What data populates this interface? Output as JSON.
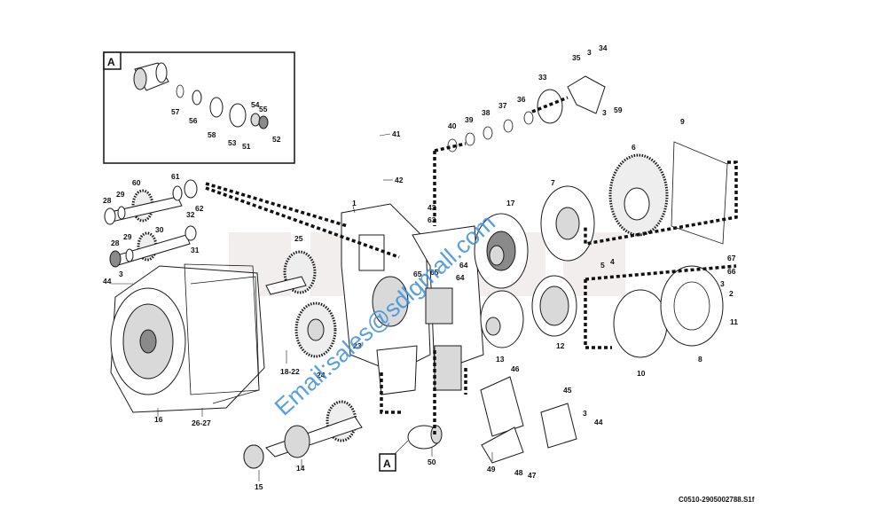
{
  "detail_box": {
    "letter": "A"
  },
  "figure_code": "C0510-2905002788.S1f",
  "watermark": "Email:sales@sdlgmall.com",
  "part_labels": {
    "p1": "1",
    "p2": "2",
    "p3a": "3",
    "p3b": "3",
    "p3c": "3",
    "p3d": "3",
    "p3e": "3",
    "p3f": "3",
    "p4": "4",
    "p5": "5",
    "p6": "6",
    "p7": "7",
    "p8": "8",
    "p9": "9",
    "p10": "10",
    "p11": "11",
    "p12": "12",
    "p13": "13",
    "p14": "14",
    "p15": "15",
    "p16": "16",
    "p17": "17",
    "p18_22": "18-22",
    "p23": "23",
    "p24": "24",
    "p25": "25",
    "p26_27": "26-27",
    "p28a": "28",
    "p28b": "28",
    "p29a": "29",
    "p29b": "29",
    "p30": "30",
    "p31": "31",
    "p32": "32",
    "p33": "33",
    "p34": "34",
    "p35": "35",
    "p36": "36",
    "p37": "37",
    "p38": "38",
    "p39": "39",
    "p40": "40",
    "p41": "41",
    "p42": "42",
    "p43": "43",
    "p44a": "44",
    "p44b": "44",
    "p45": "45",
    "p46": "46",
    "p47": "47",
    "p48": "48",
    "p49": "49",
    "p50": "50",
    "p51": "51",
    "p52": "52",
    "p53": "53",
    "p54": "54",
    "p55": "55",
    "p56": "56",
    "p57": "57",
    "p58": "58",
    "p59": "59",
    "p60": "60",
    "p61": "61",
    "p62": "62",
    "p63": "63",
    "p64a": "64",
    "p64b": "64",
    "p65a": "65",
    "p65b": "65",
    "p66": "66",
    "p67": "67"
  }
}
